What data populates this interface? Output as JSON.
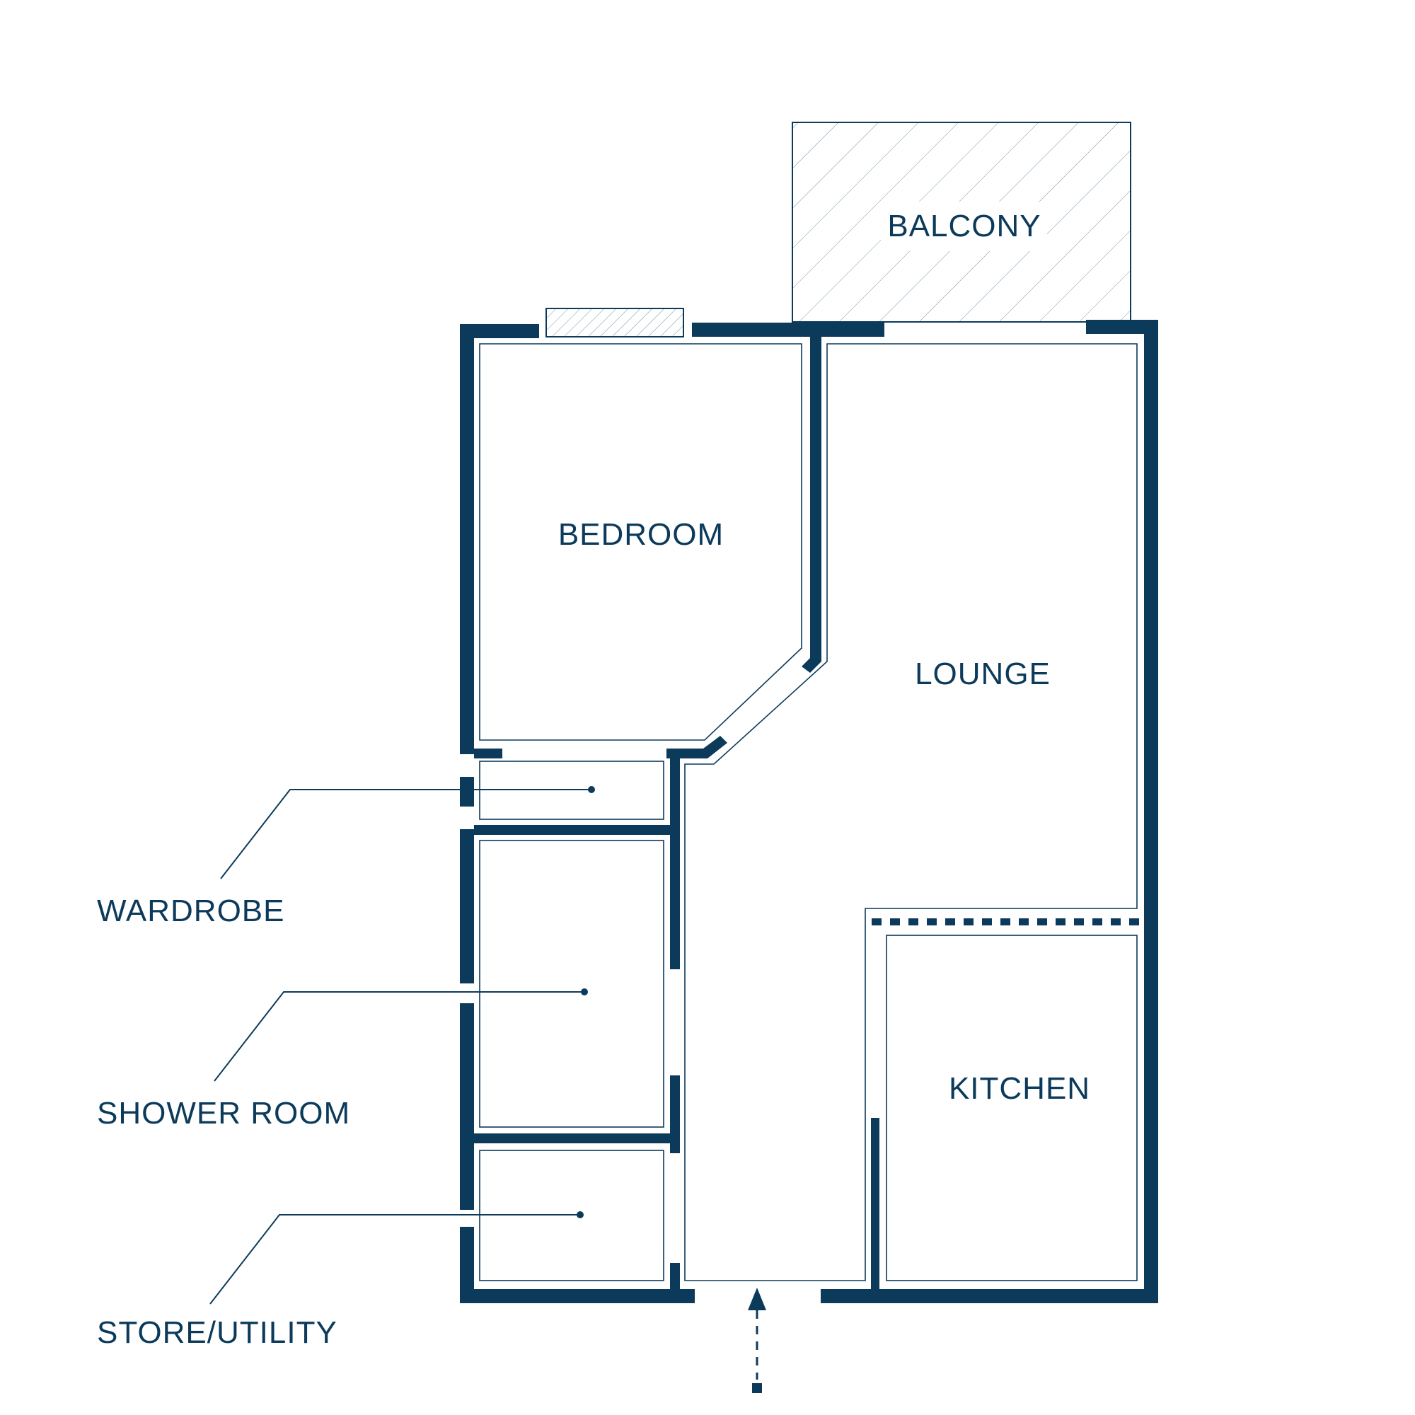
{
  "rooms": {
    "balcony": "BALCONY",
    "bedroom": "BEDROOM",
    "lounge": "LOUNGE",
    "kitchen": "KITCHEN"
  },
  "callouts": {
    "wardrobe": "WARDROBE",
    "shower_room": "SHOWER ROOM",
    "store_utility": "STORE/UTILITY"
  },
  "colors": {
    "wall": "#0c3a5b",
    "background": "#ffffff"
  },
  "icons": {
    "entrance": "entrance-arrow-icon"
  }
}
